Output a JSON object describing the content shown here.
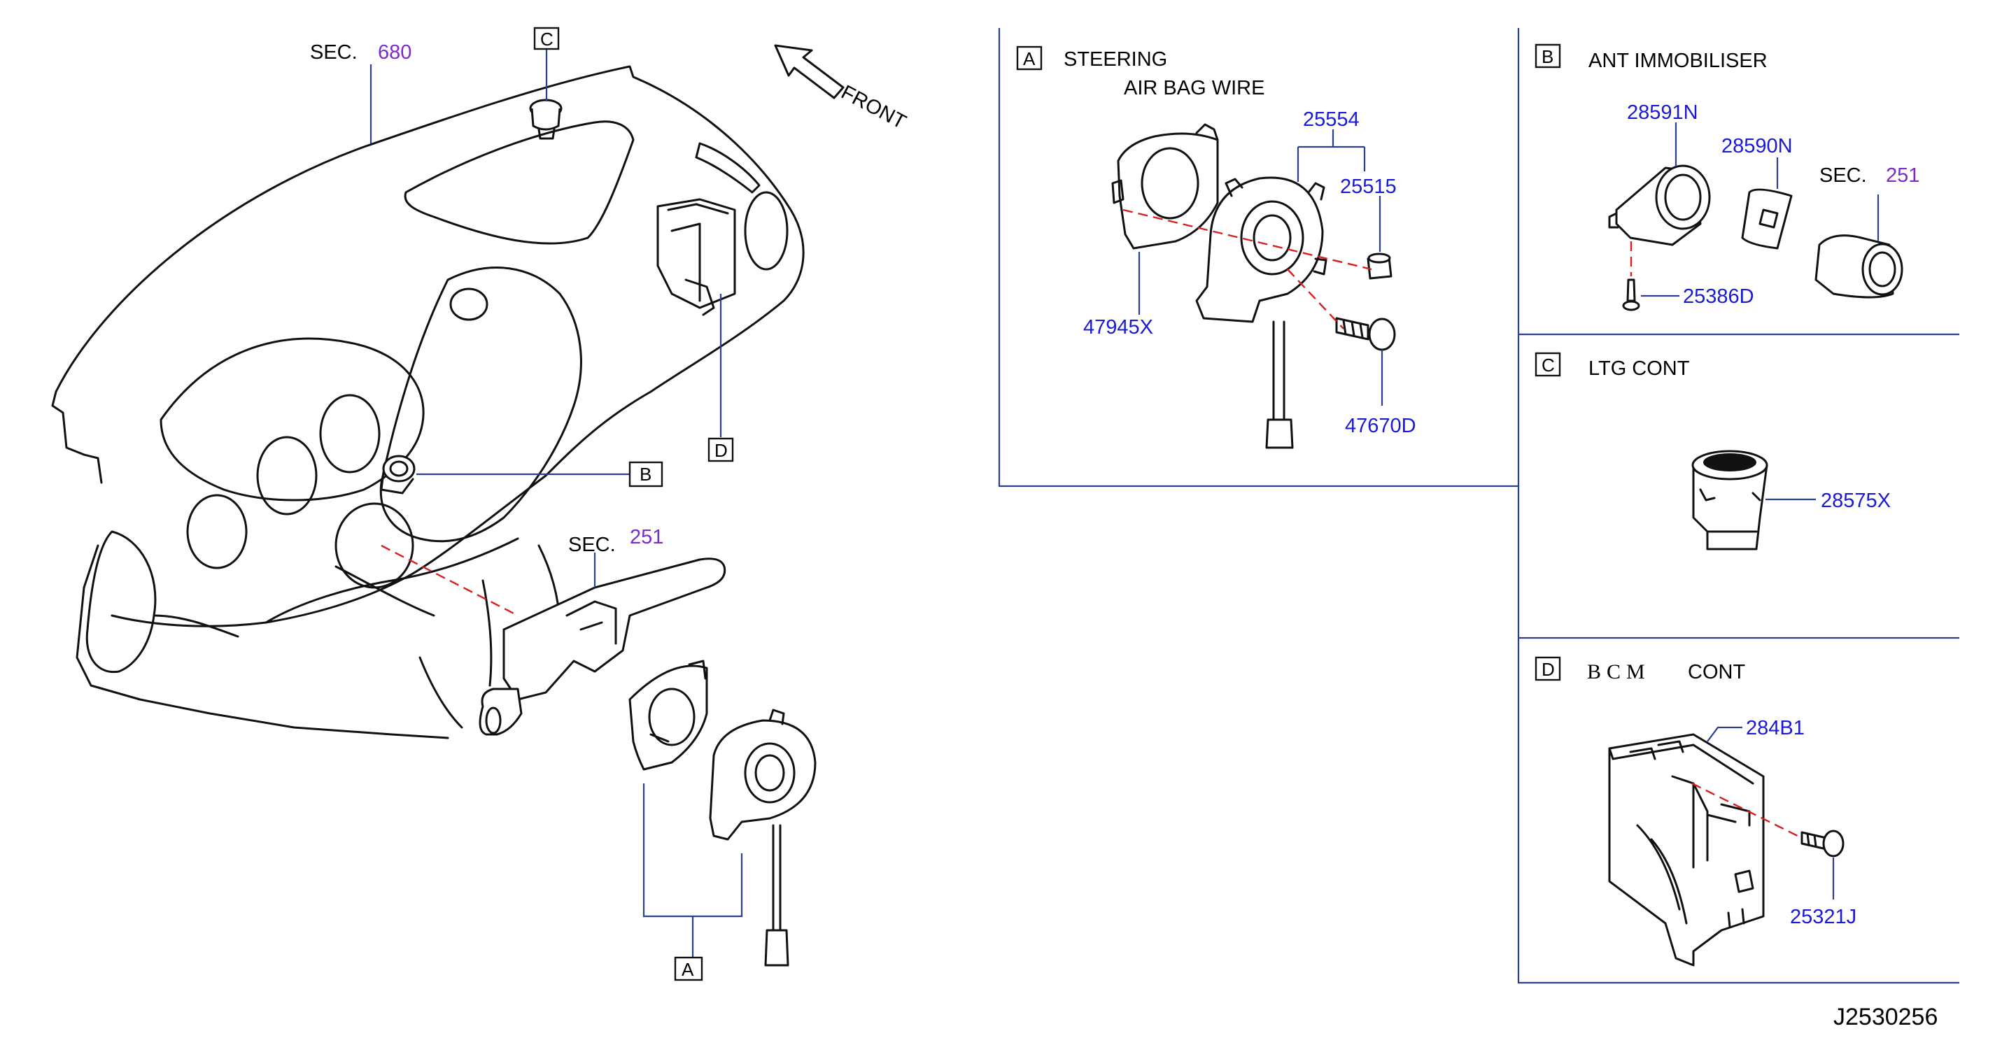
{
  "main_view": {
    "sec_prefix": "SEC.",
    "sec_680": "680",
    "sec_251": "251",
    "front_label": "FRONT",
    "callouts": {
      "A": "A",
      "B": "B",
      "C": "C",
      "D": "D"
    }
  },
  "panel_a": {
    "letter": "A",
    "title_line1": "STEERING",
    "title_line2": "AIR   BAG   WIRE",
    "parts": {
      "p25554": "25554",
      "p25515": "25515",
      "p47945x": "47945X",
      "p47670d": "47670D"
    }
  },
  "panel_b": {
    "letter": "B",
    "title": "ANT   IMMOBILISER",
    "sec_prefix": "SEC.",
    "sec_ref": "251",
    "parts": {
      "p28591n": "28591N",
      "p28590n": "28590N",
      "p25386d": "25386D"
    }
  },
  "panel_c": {
    "letter": "C",
    "title": "LTG   CONT",
    "parts": {
      "p28575x": "28575X"
    }
  },
  "panel_d": {
    "letter": "D",
    "title_bcm": "BCM",
    "title_cont": "CONT",
    "parts": {
      "p284b1": "284B1",
      "p25321j": "25321J"
    }
  },
  "diagram_code": "J2530256",
  "colors": {
    "part_number": "#1a1ad6",
    "section_ref": "#7a2bd0",
    "leader_line": "#2b3f8f",
    "centerline": "#d81e1e"
  }
}
